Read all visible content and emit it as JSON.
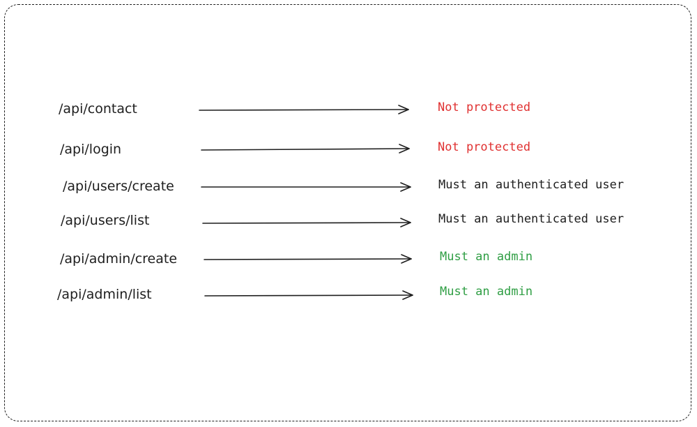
{
  "rules": [
    {
      "route": "/api/contact",
      "access": "Not protected",
      "level": "public"
    },
    {
      "route": "/api/login",
      "access": "Not protected",
      "level": "public"
    },
    {
      "route": "/api/users/create",
      "access": "Must an authenticated user",
      "level": "user"
    },
    {
      "route": "/api/users/list",
      "access": "Must an authenticated user",
      "level": "user"
    },
    {
      "route": "/api/admin/create",
      "access": "Must an admin",
      "level": "admin"
    },
    {
      "route": "/api/admin/list",
      "access": "Must an admin",
      "level": "admin"
    }
  ],
  "colors": {
    "public": "#e03131",
    "user": "#1e1e1e",
    "admin": "#2f9e44",
    "stroke": "#1e1e1e"
  }
}
